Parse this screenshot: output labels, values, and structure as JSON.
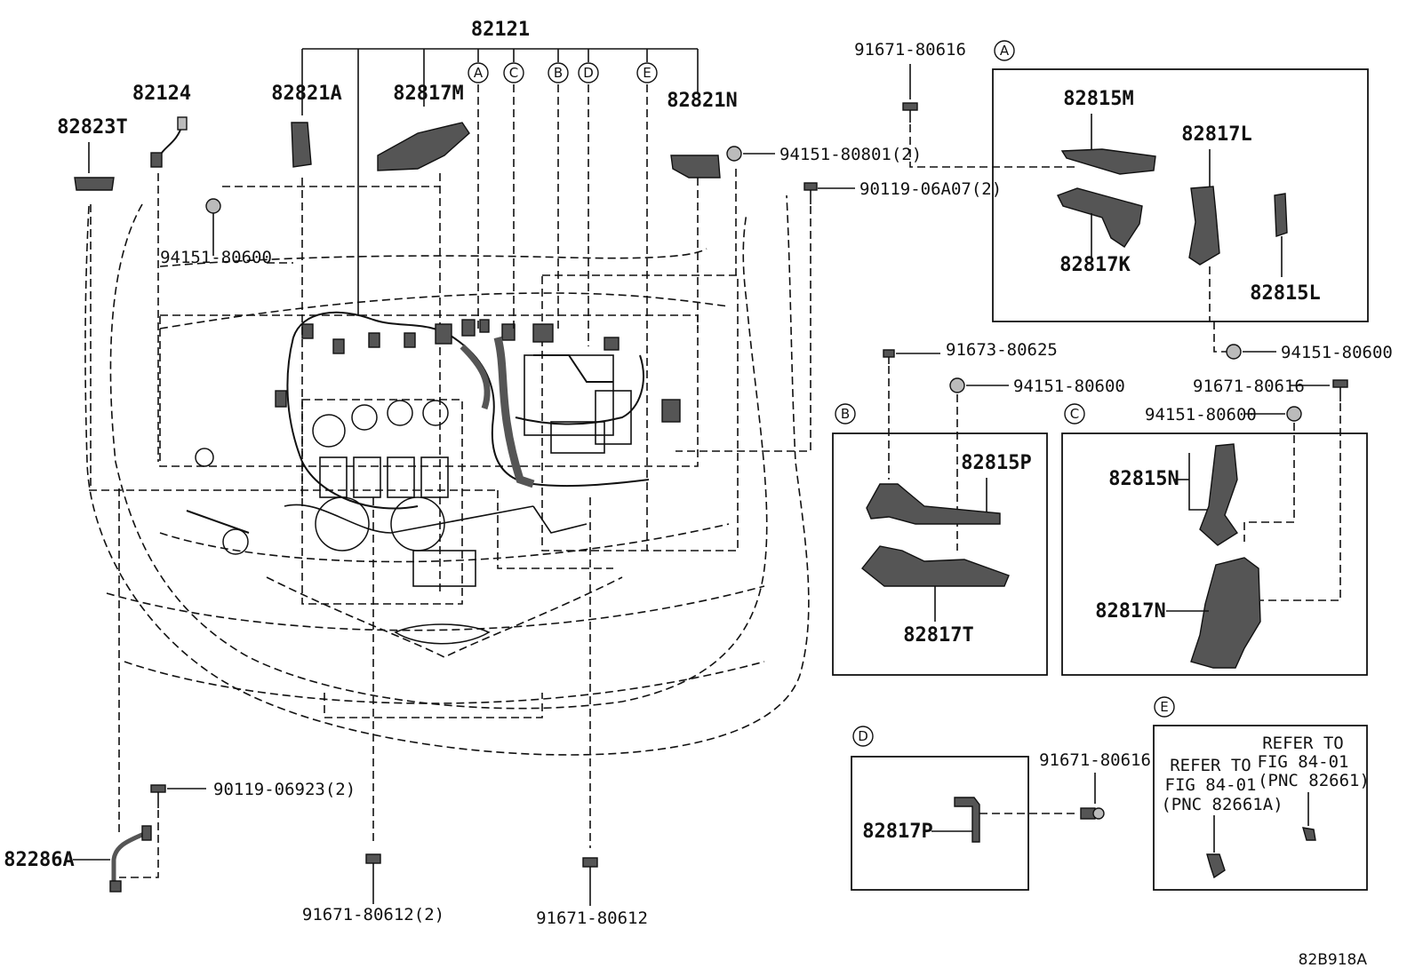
{
  "diagram": {
    "labels": {
      "main_harness": "82121",
      "p82124": "82124",
      "p82823T": "82823T",
      "p82821A": "82821A",
      "p82817M": "82817M",
      "p82821N": "82821N",
      "p94151_80600_a": "94151-80600",
      "p91671_80616_top": "91671-80616",
      "p94151_80801": "94151-80801(2)",
      "p90119_06A07": "90119-06A07(2)",
      "p82815M": "82815M",
      "p82817L": "82817L",
      "p82817K": "82817K",
      "p82815L": "82815L",
      "p94151_80600_b": "94151-80600",
      "p91673_80625": "91673-80625",
      "p94151_80600_c": "94151-80600",
      "p91671_80616_c": "91671-80616",
      "p94151_80600_d": "94151-80600",
      "p82815P": "82815P",
      "p82817T": "82817T",
      "p82815N": "82815N",
      "p82817N": "82817N",
      "p91671_80616_d": "91671-80616",
      "p82817P": "82817P",
      "p90119_06923": "90119-06923(2)",
      "p82286A": "82286A",
      "p91671_80612_2": "91671-80612(2)",
      "p91671_80612": "91671-80612",
      "refer1_l1": "REFER TO",
      "refer1_l2": "FIG 84-01",
      "refer1_l3": "(PNC 82661A)",
      "refer2_l1": "REFER TO",
      "refer2_l2": "FIG 84-01",
      "refer2_l3": "(PNC 82661)",
      "figure_code": "82B918A"
    },
    "callouts": [
      "A",
      "C",
      "B",
      "D",
      "E"
    ],
    "box_letters": {
      "A": "A",
      "B": "B",
      "C": "C",
      "D": "D",
      "E": "E"
    }
  }
}
